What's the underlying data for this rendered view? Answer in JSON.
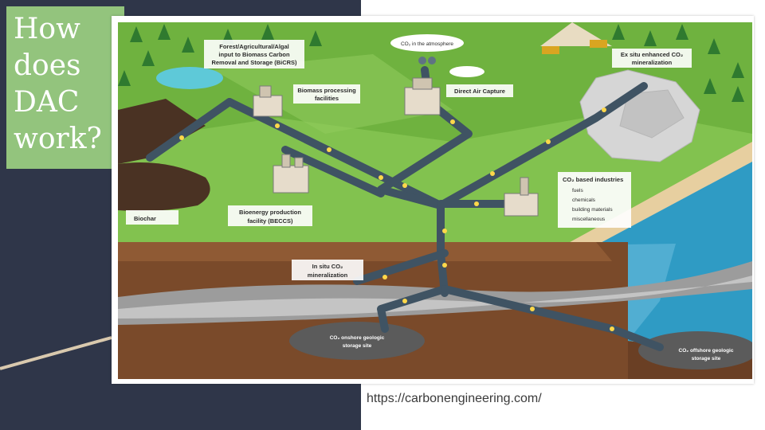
{
  "slide": {
    "title_lines": [
      "How",
      "does",
      "DAC",
      "work?"
    ],
    "source_link": "https://carbonengineering.com/"
  },
  "colors": {
    "panel": "#2f3649",
    "title_box": "#93c47d",
    "pipe": "#3f5363",
    "grass": "#6fb23f",
    "soil": "#7a4a2a",
    "sea": "#2f9bc4"
  },
  "diagram": {
    "labels": {
      "bicrs": [
        "Forest/Agricultural/Algal",
        "input to Biomass Carbon",
        "Removal and Storage (BiCRS)"
      ],
      "atmosphere": "CO₂ in the atmosphere",
      "biomass_processing": [
        "Biomass processing",
        "facilities"
      ],
      "dac": "Direct Air Capture",
      "ex_situ": [
        "Ex situ enhanced CO₂",
        "mineralization"
      ],
      "co2_industries": {
        "title": "CO₂ based industries",
        "items": [
          "fuels",
          "chemicals",
          "building materials",
          "miscellaneous"
        ]
      },
      "biochar": "Biochar",
      "beccs": [
        "Bioenergy production",
        "facility (BECCS)"
      ],
      "in_situ": [
        "In situ CO₂",
        "mineralization"
      ],
      "onshore": [
        "CO₂ onshore geologic",
        "storage site"
      ],
      "offshore": [
        "CO₂ offshore geologic",
        "storage site"
      ]
    }
  }
}
